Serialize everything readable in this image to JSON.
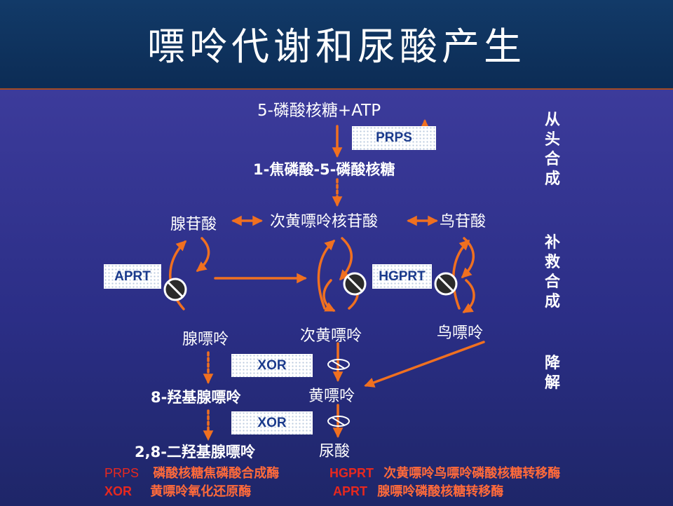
{
  "title": "嘌呤代谢和尿酸产生",
  "nodes": {
    "start": "5-磷酸核糖+ATP",
    "prpp": "1-焦磷酸-5-磷酸核糖",
    "amp": "腺苷酸",
    "imp": "次黄嘌呤核苷酸",
    "gmp": "鸟苷酸",
    "adenine": "腺嘌呤",
    "hypoxanthine": "次黄嘌呤",
    "guanine": "鸟嘌呤",
    "oh_adenine": "8-羟基腺嘌呤",
    "xanthine": "黄嘌呤",
    "dioh_adenine": "2,8-二羟基腺嘌呤",
    "uric_acid": "尿酸"
  },
  "enzymes": {
    "prps": "PRPS",
    "aprt": "APRT",
    "hgprt": "HGPRT",
    "xor1": "XOR",
    "xor2": "XOR"
  },
  "sections": {
    "de_novo": "从头合成",
    "salvage": "补救合成",
    "degradation": "降解"
  },
  "legend": {
    "prps_abbr": "PRPS",
    "prps_full": "磷酸核糖焦磷酸合成酶",
    "hgprt_abbr": "HGPRT",
    "hgprt_full": "次黄嘌呤鸟嘌呤磷酸核糖转移酶",
    "xor_abbr": "XOR",
    "xor_full": "黄嘌呤氧化还原酶",
    "aprt_abbr": "APRT",
    "aprt_full": "腺嘌呤磷酸核糖转移酶"
  },
  "colors": {
    "arrow": "#f07020",
    "legend_abbr": "#e8281e",
    "legend_full": "#ff6a3a",
    "enzyme_text": "#1a3a8c"
  },
  "icons": {
    "inhibit": "prohibition-icon",
    "xor_inhibit": "ellipse-slash-icon"
  }
}
